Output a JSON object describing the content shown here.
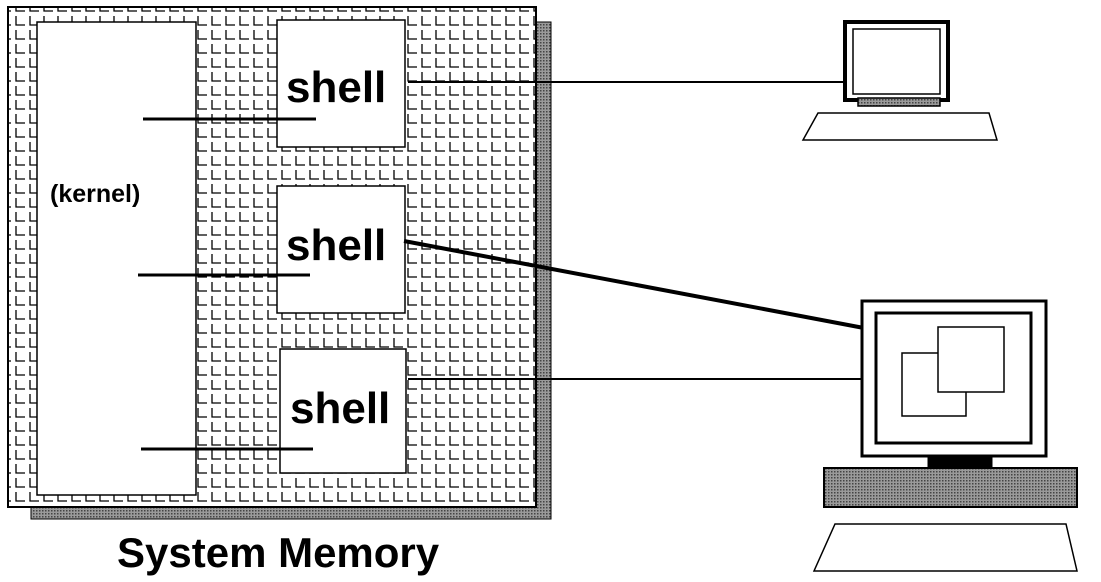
{
  "kernel_label": "(kernel)",
  "shells": [
    "shell",
    "shell",
    "shell"
  ],
  "caption": "System Memory",
  "colors": {
    "ink": "#000000",
    "paper": "#ffffff",
    "shadow": "#7a7a7a"
  }
}
